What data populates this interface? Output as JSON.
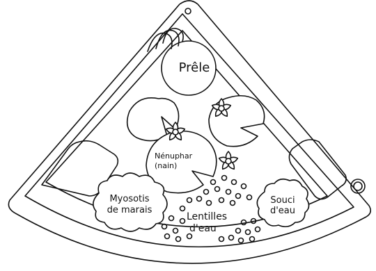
{
  "diagram": {
    "labels": {
      "prele": "Prêle",
      "nenuphar_line1": "Nénuphar",
      "nenuphar_line2": "(nain)",
      "myosotis_line1": "Myosotis",
      "myosotis_line2": "de marais",
      "lentilles_line1": "Lentilles",
      "lentilles_line2": "d'eau",
      "souci_line1": "Souci",
      "souci_line2": "d'eau"
    },
    "colors": {
      "ink": "#111111",
      "background": "#ffffff"
    }
  }
}
